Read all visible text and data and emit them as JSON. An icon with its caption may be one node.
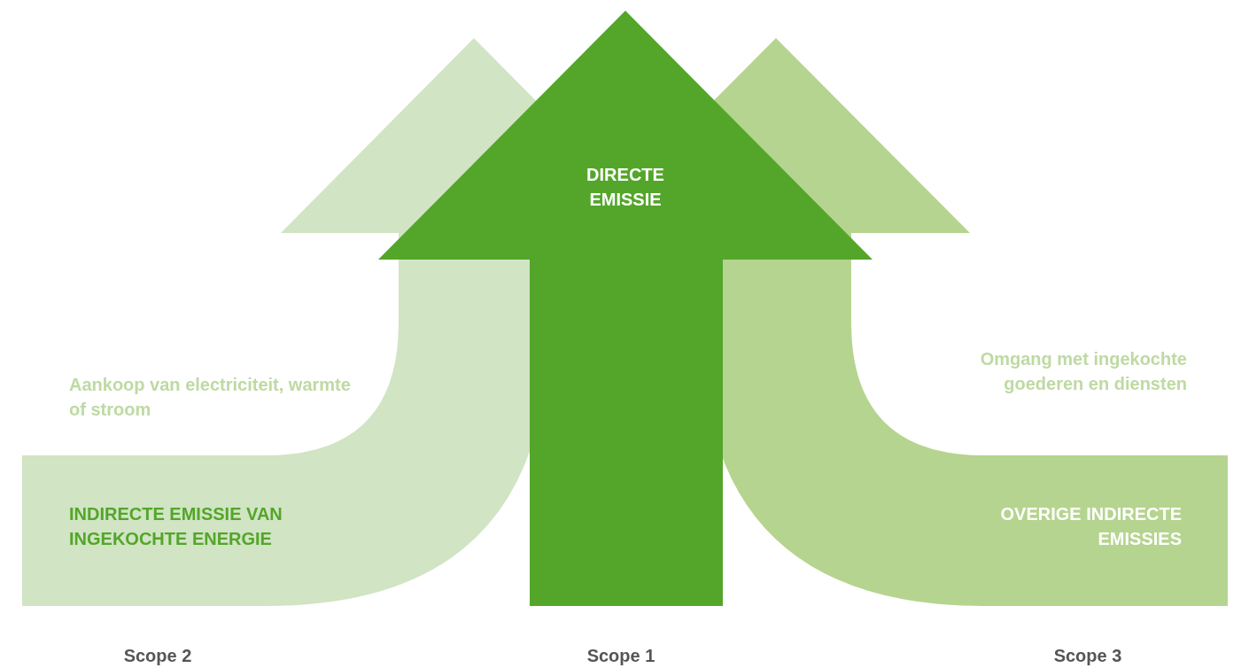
{
  "diagram": {
    "nodes": [
      {
        "text": [
          "INDIRECTE EMISSIE VAN INGEKOCHTE ENERGIE"
        ],
        "beside": [
          "Aankoop van electriciteit, warmte of stroom",
          "Scope 2"
        ]
      },
      {
        "text": [
          "DIRECTE EMISSIE"
        ],
        "beside": [
          "Scope 1"
        ]
      },
      {
        "text": [
          "OVERIGE INDIRECTE EMISSIES"
        ],
        "beside": [
          "Omgang met ingekochte goederen en diensten",
          "Scope 3"
        ]
      }
    ]
  }
}
